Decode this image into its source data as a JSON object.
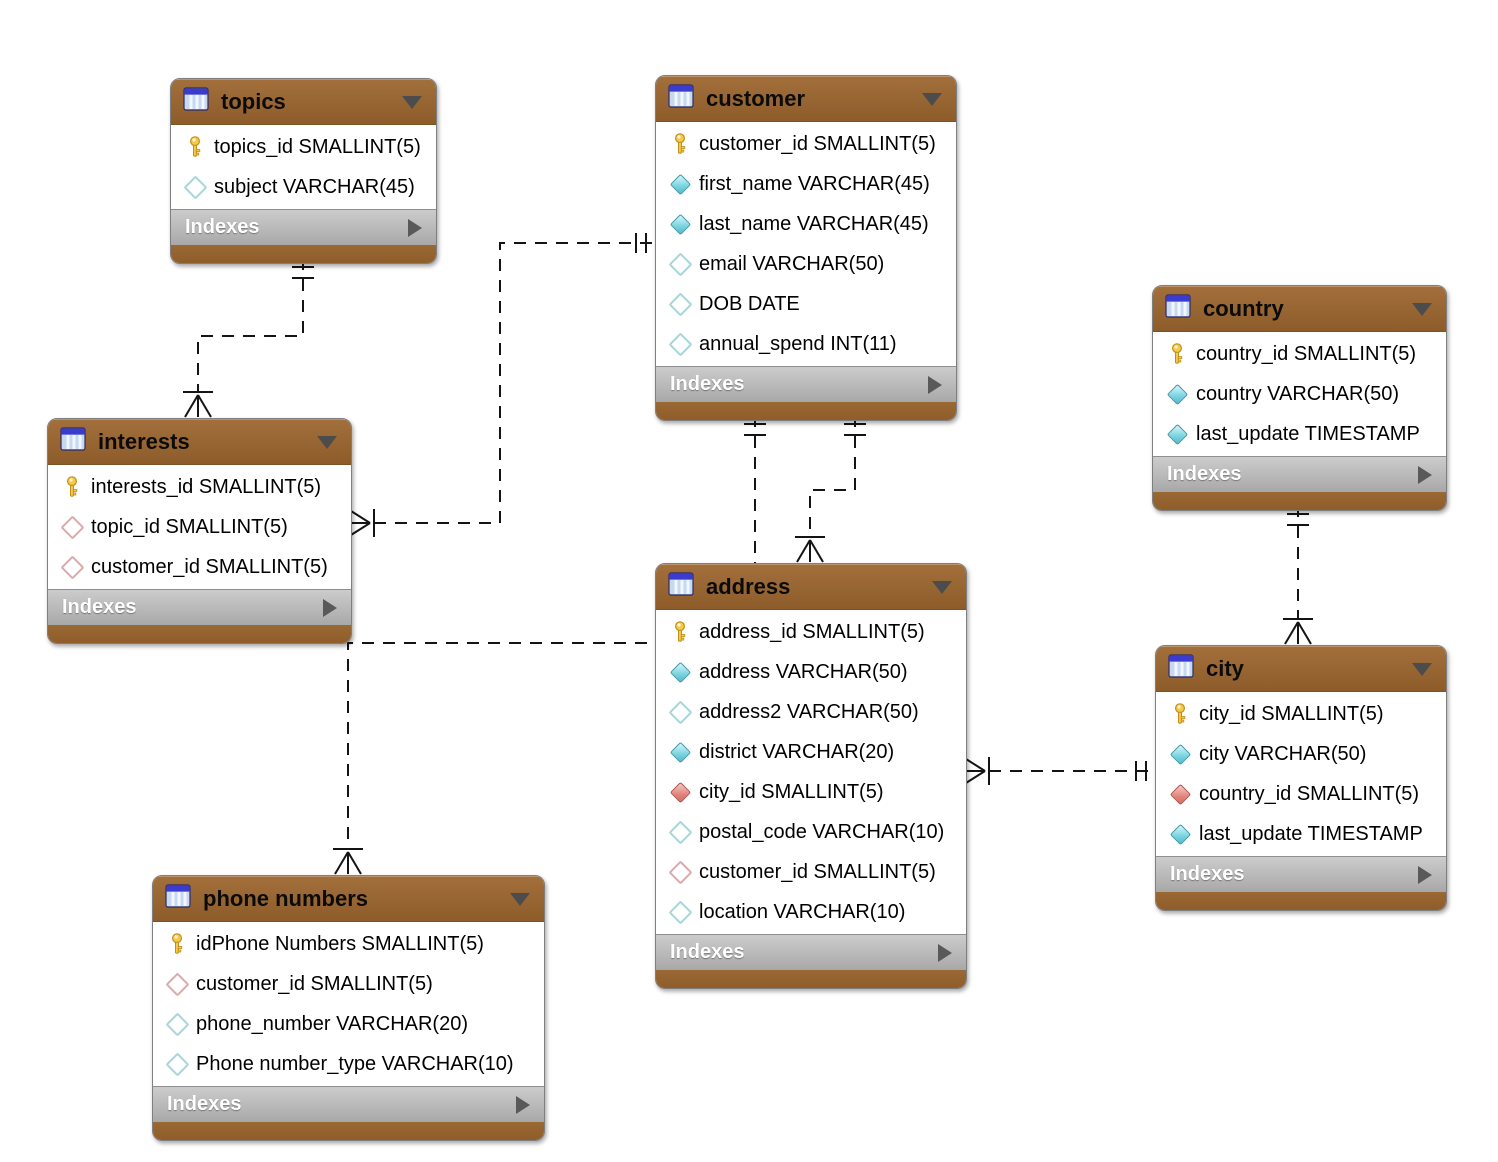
{
  "diagram": {
    "type": "eer-database-schema",
    "colors": {
      "table_header_brown": "#9a6a38",
      "indexes_bar_gray": "#b9b9b9",
      "body_white": "#ffffff",
      "relationship_line": "#141414",
      "primary_key_gold": "#f7c948",
      "attribute_cyan": "#7fd6e2",
      "foreign_key_red": "#e2847c"
    },
    "tables": [
      {
        "name": "topics",
        "footer_label": "Indexes",
        "columns": [
          {
            "type": "primary-key",
            "text": "topics_id SMALLINT(5)"
          },
          {
            "type": "nullable-attr",
            "text": "subject VARCHAR(45)"
          }
        ]
      },
      {
        "name": "customer",
        "footer_label": "Indexes",
        "columns": [
          {
            "type": "primary-key",
            "text": "customer_id SMALLINT(5)"
          },
          {
            "type": "notnull-attr",
            "text": "first_name VARCHAR(45)"
          },
          {
            "type": "notnull-attr",
            "text": "last_name VARCHAR(45)"
          },
          {
            "type": "nullable-attr",
            "text": "email VARCHAR(50)"
          },
          {
            "type": "nullable-attr",
            "text": "DOB DATE"
          },
          {
            "type": "nullable-attr",
            "text": "annual_spend INT(11)"
          }
        ]
      },
      {
        "name": "country",
        "footer_label": "Indexes",
        "columns": [
          {
            "type": "primary-key",
            "text": "country_id SMALLINT(5)"
          },
          {
            "type": "notnull-attr",
            "text": "country VARCHAR(50)"
          },
          {
            "type": "notnull-attr",
            "text": "last_update TIMESTAMP"
          }
        ]
      },
      {
        "name": "interests",
        "footer_label": "Indexes",
        "columns": [
          {
            "type": "primary-key",
            "text": "interests_id SMALLINT(5)"
          },
          {
            "type": "nullable-fk",
            "text": "topic_id SMALLINT(5)"
          },
          {
            "type": "nullable-fk",
            "text": "customer_id SMALLINT(5)"
          }
        ]
      },
      {
        "name": "address",
        "footer_label": "Indexes",
        "columns": [
          {
            "type": "primary-key",
            "text": "address_id SMALLINT(5)"
          },
          {
            "type": "notnull-attr",
            "text": "address VARCHAR(50)"
          },
          {
            "type": "nullable-attr",
            "text": "address2 VARCHAR(50)"
          },
          {
            "type": "notnull-attr",
            "text": "district VARCHAR(20)"
          },
          {
            "type": "notnull-fk",
            "text": "city_id SMALLINT(5)"
          },
          {
            "type": "nullable-attr",
            "text": "postal_code VARCHAR(10)"
          },
          {
            "type": "nullable-fk",
            "text": "customer_id SMALLINT(5)"
          },
          {
            "type": "nullable-attr",
            "text": "location VARCHAR(10)"
          }
        ]
      },
      {
        "name": "city",
        "footer_label": "Indexes",
        "columns": [
          {
            "type": "primary-key",
            "text": "city_id SMALLINT(5)"
          },
          {
            "type": "notnull-attr",
            "text": "city VARCHAR(50)"
          },
          {
            "type": "notnull-fk",
            "text": "country_id SMALLINT(5)"
          },
          {
            "type": "notnull-attr",
            "text": "last_update TIMESTAMP"
          }
        ]
      },
      {
        "name": "phone numbers",
        "footer_label": "Indexes",
        "columns": [
          {
            "type": "primary-key",
            "text": "idPhone Numbers SMALLINT(5)"
          },
          {
            "type": "nullable-fk",
            "text": "customer_id SMALLINT(5)"
          },
          {
            "type": "nullable-attr",
            "text": "phone_number VARCHAR(20)"
          },
          {
            "type": "nullable-attr",
            "text": "Phone number_type VARCHAR(10)"
          }
        ]
      }
    ],
    "relationships": [
      {
        "one_side": "topics",
        "many_side": "interests",
        "cardinality": "1:n",
        "line_style": "dashed"
      },
      {
        "one_side": "customer",
        "many_side": "interests",
        "cardinality": "1:n",
        "line_style": "dashed"
      },
      {
        "one_side": "customer",
        "many_side": "address",
        "cardinality": "1:n",
        "line_style": "dashed"
      },
      {
        "one_side": "customer",
        "many_side": "phone numbers",
        "cardinality": "1:n",
        "line_style": "dashed"
      },
      {
        "one_side": "city",
        "many_side": "address",
        "cardinality": "1:n",
        "line_style": "dashed"
      },
      {
        "one_side": "country",
        "many_side": "city",
        "cardinality": "1:n",
        "line_style": "dashed"
      }
    ]
  }
}
